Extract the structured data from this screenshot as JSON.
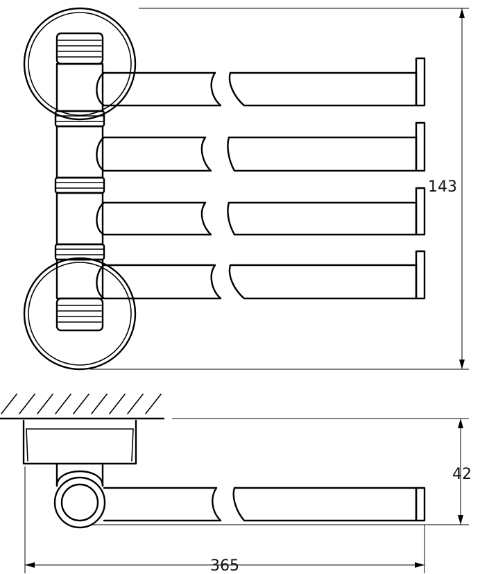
{
  "dimensions": {
    "height": "143",
    "depth": "42",
    "width": "365"
  },
  "drawing": {
    "arm_count": 4,
    "views": [
      "front-view",
      "side-view"
    ]
  }
}
